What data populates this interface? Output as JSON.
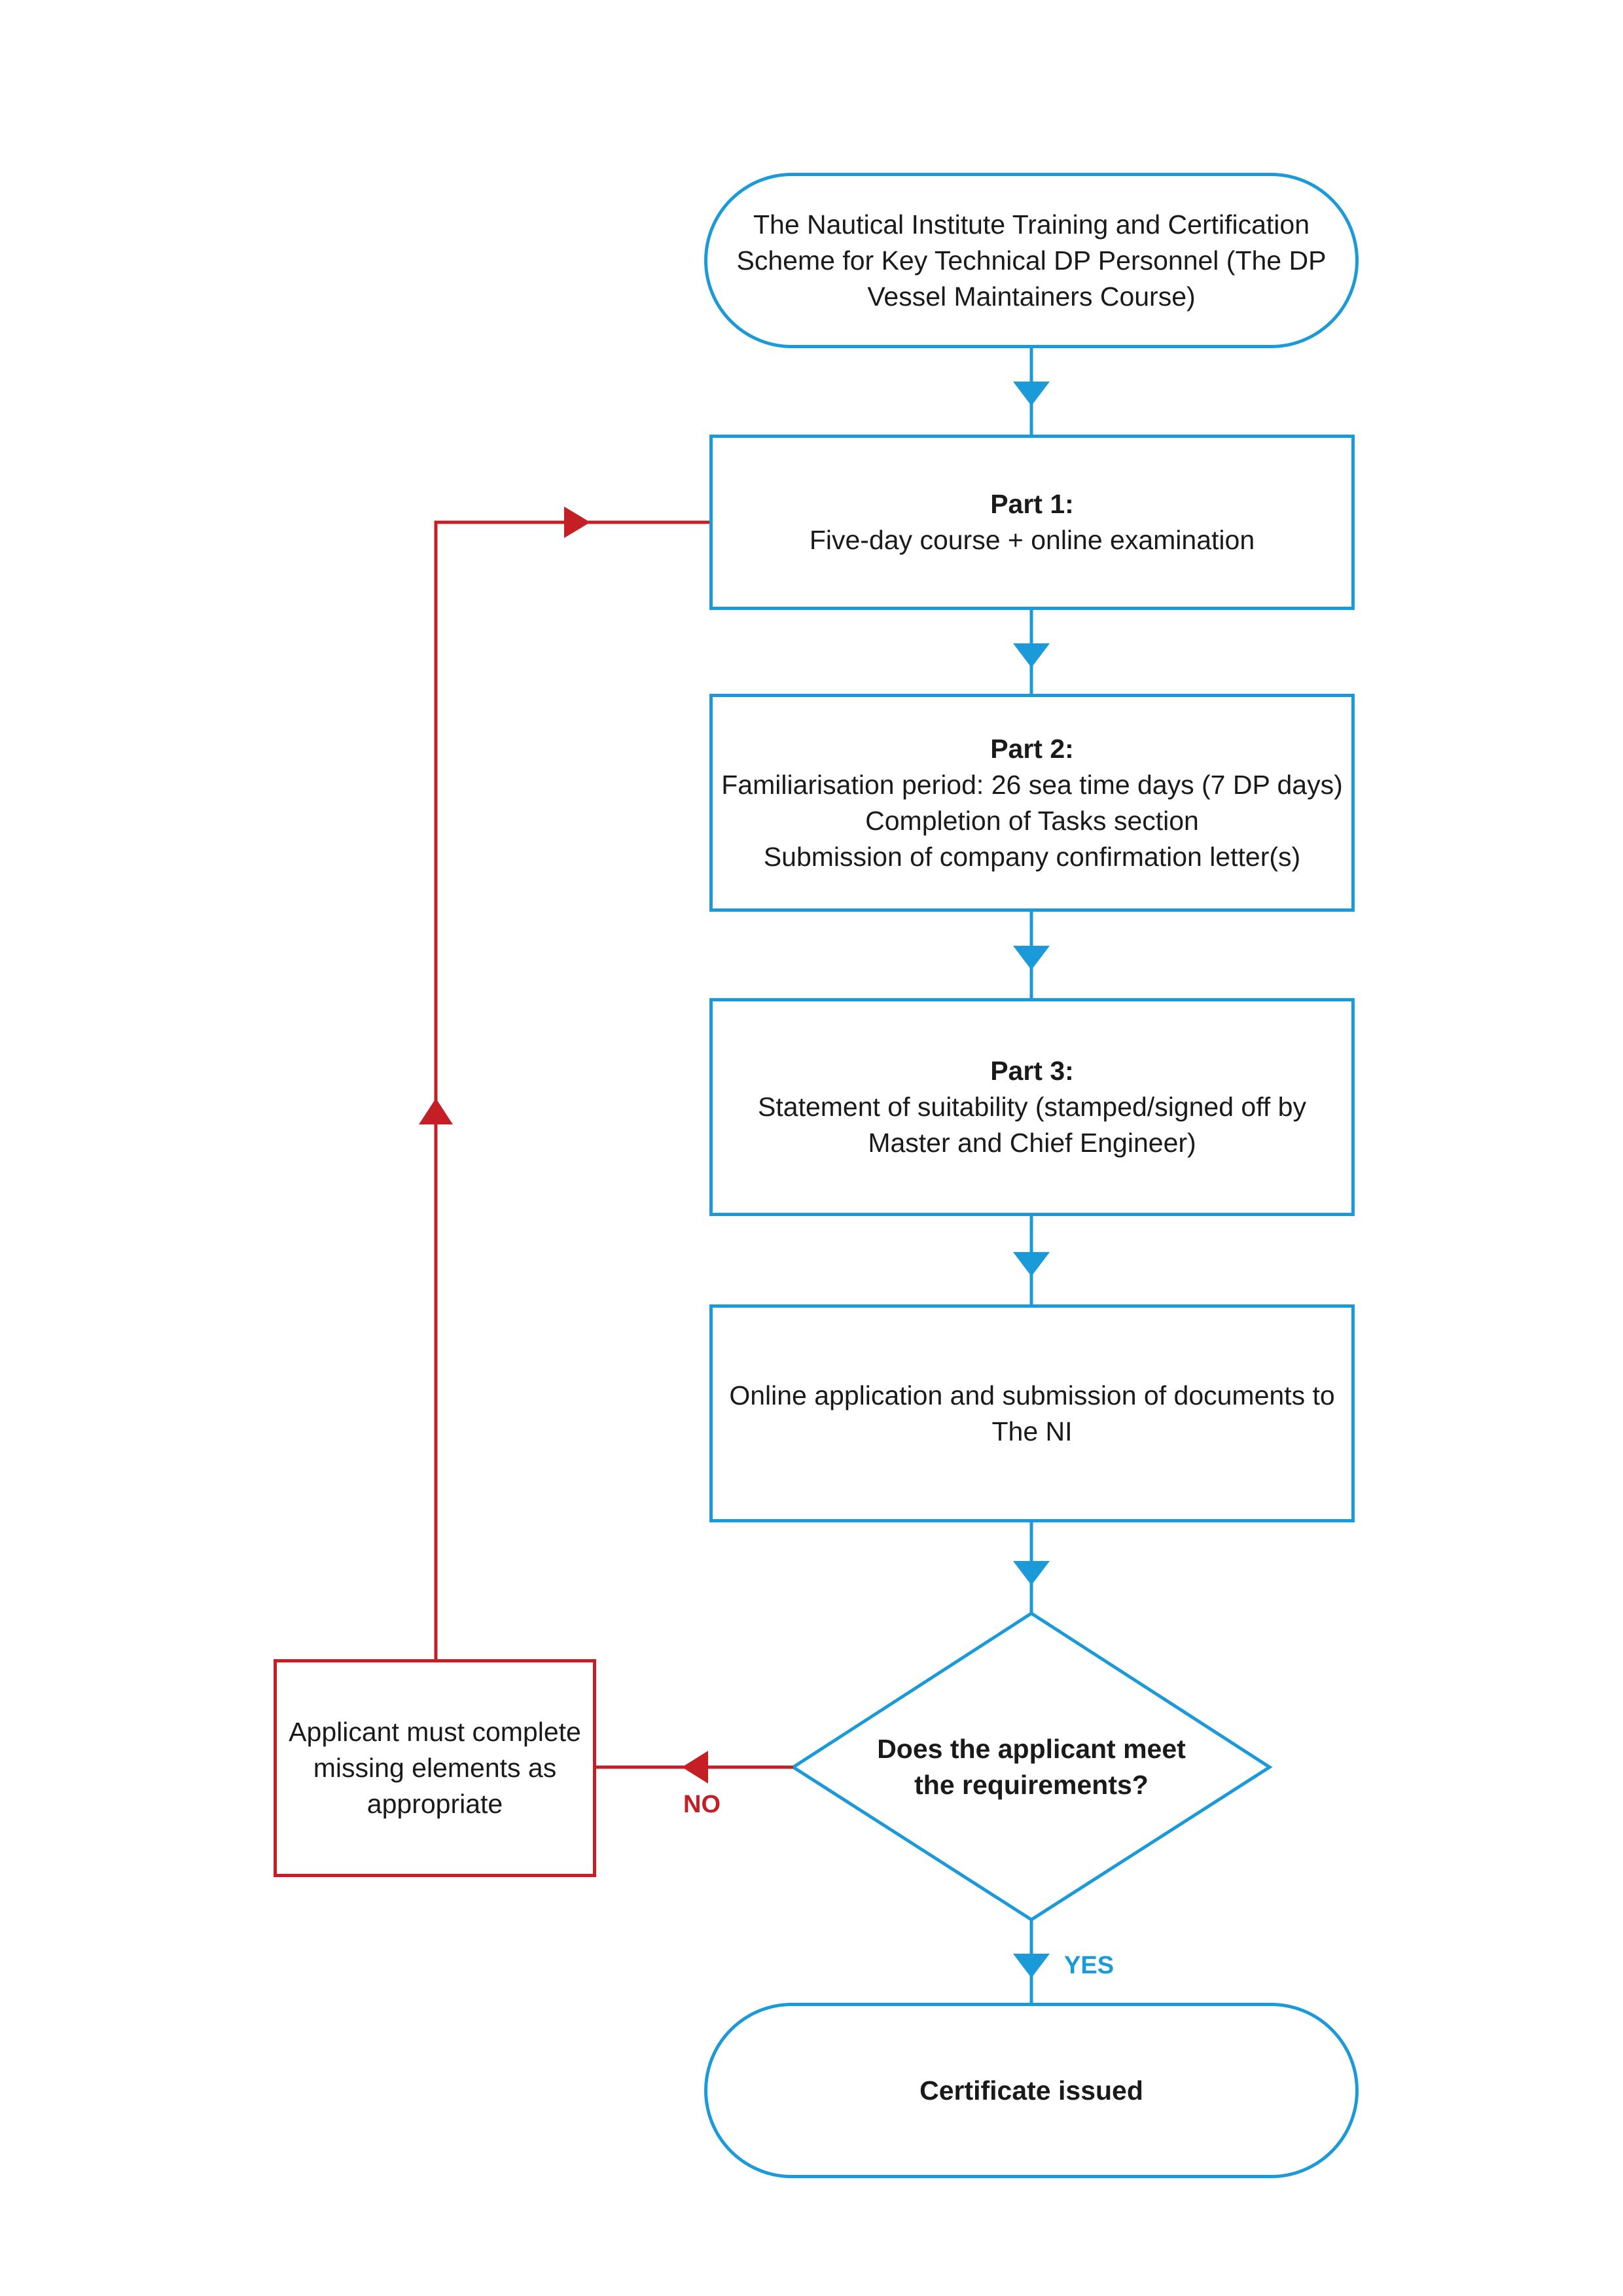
{
  "flowchart": {
    "start": {
      "lines": [
        "The Nautical Institute Training and Certification",
        "Scheme for Key Technical DP Personnel (The DP",
        "Vessel Maintainers Course)"
      ]
    },
    "part1": {
      "heading": "Part 1:",
      "lines": [
        "Five-day course + online examination"
      ]
    },
    "part2": {
      "heading": "Part 2:",
      "lines": [
        "Familiarisation period: 26 sea time days (7 DP days)",
        "Completion of Tasks section",
        "Submission of company confirmation letter(s)"
      ]
    },
    "part3": {
      "heading": "Part 3:",
      "lines": [
        "Statement of suitability (stamped/signed off by",
        "Master and Chief Engineer)"
      ]
    },
    "application": {
      "lines": [
        "Online application and submission of documents to",
        "The NI"
      ]
    },
    "decision": {
      "lines": [
        "Does the applicant meet",
        "the requirements?"
      ]
    },
    "remedy": {
      "lines": [
        "Applicant must complete",
        "missing elements as",
        "appropriate"
      ]
    },
    "end": {
      "label": "Certificate issued"
    },
    "labels": {
      "no": "NO",
      "yes": "YES"
    },
    "colors": {
      "main_flow": "#1a9ad9",
      "loop_back": "#c41f25"
    }
  }
}
